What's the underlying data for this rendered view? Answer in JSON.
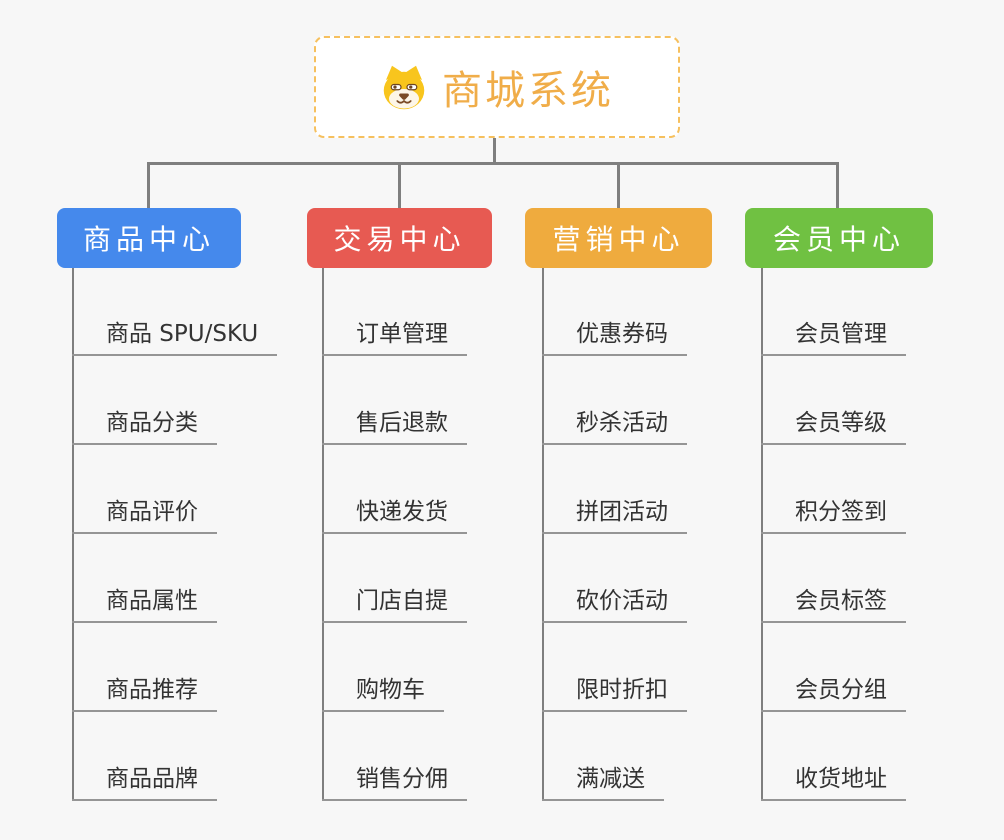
{
  "root": {
    "title": "商城系统",
    "icon": "shiba-dog-icon",
    "title_color": "#f0ad49",
    "border_color": "#f6c05e",
    "background": "#ffffff"
  },
  "connector_color": "#7f7f7f",
  "leaf_underline_color": "#959595",
  "page_background": "#f7f7f7",
  "branches": [
    {
      "label": "商品中心",
      "color": "#4589ec",
      "items": [
        "商品 SPU/SKU",
        "商品分类",
        "商品评价",
        "商品属性",
        "商品推荐",
        "商品品牌"
      ]
    },
    {
      "label": "交易中心",
      "color": "#e75a52",
      "items": [
        "订单管理",
        "售后退款",
        "快递发货",
        "门店自提",
        "购物车",
        "销售分佣"
      ]
    },
    {
      "label": "营销中心",
      "color": "#efab3e",
      "items": [
        "优惠券码",
        "秒杀活动",
        "拼团活动",
        "砍价活动",
        "限时折扣",
        "满减送"
      ]
    },
    {
      "label": "会员中心",
      "color": "#70c142",
      "items": [
        "会员管理",
        "会员等级",
        "积分签到",
        "会员标签",
        "会员分组",
        "收货地址"
      ]
    }
  ]
}
